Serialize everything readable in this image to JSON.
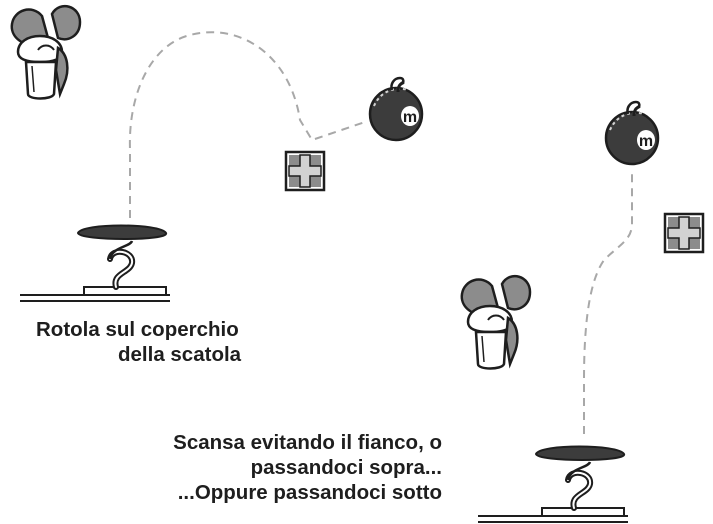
{
  "captions": {
    "roll": [
      "Rotola sul coperchio",
      "della scatola"
    ],
    "dodge": [
      "Scansa evitando il fianco, o",
      "passandoci sopra...",
      "...Oppure passandoci sotto"
    ]
  },
  "icons": {
    "fan": "fan-icon",
    "bomb": "bomb-icon",
    "block": "block-icon",
    "spring_pad": "spring-pad-icon"
  },
  "colors": {
    "ink": "#1e1e1e",
    "gray": "#8c8c8c",
    "dark": "#3c3c3c",
    "light": "#d2d2d2",
    "path": "#a8a8a8"
  },
  "bomb_letter": "m"
}
